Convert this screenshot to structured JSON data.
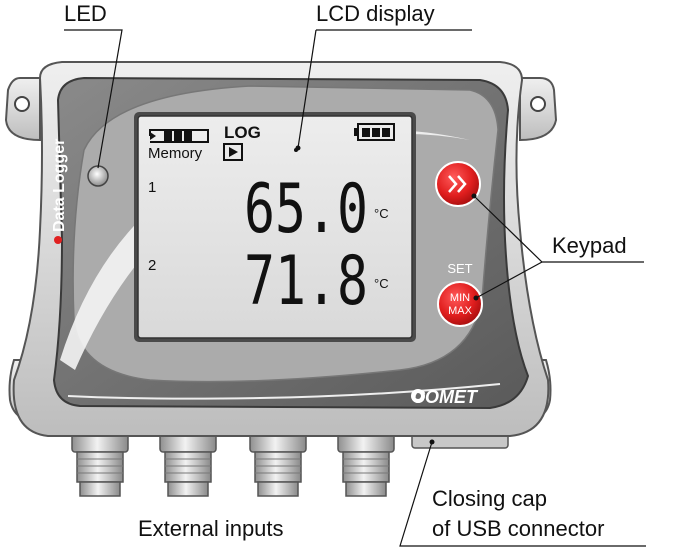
{
  "labels": {
    "led": "LED",
    "lcd_display": "LCD display",
    "keypad": "Keypad",
    "external_inputs": "External inputs",
    "closing_cap_line1": "Closing cap",
    "closing_cap_line2": "of USB connector"
  },
  "device": {
    "brand_side": "Data Logger",
    "maker_logo": "COMET",
    "set_label": "SET",
    "button_top_icon": "double-chevron-right-icon",
    "button_bottom_line1": "MIN",
    "button_bottom_line2": "MAX",
    "accent_color": "#e02020",
    "body_color": "#cfcfcf"
  },
  "lcd": {
    "memory_label": "Memory",
    "log_label": "LOG",
    "play_icon": "play-icon",
    "battery_icon": "battery-icon",
    "channels": [
      {
        "number": "1",
        "value": "65.0",
        "unit": "°C"
      },
      {
        "number": "2",
        "value": "71.8",
        "unit": "°C"
      }
    ]
  }
}
